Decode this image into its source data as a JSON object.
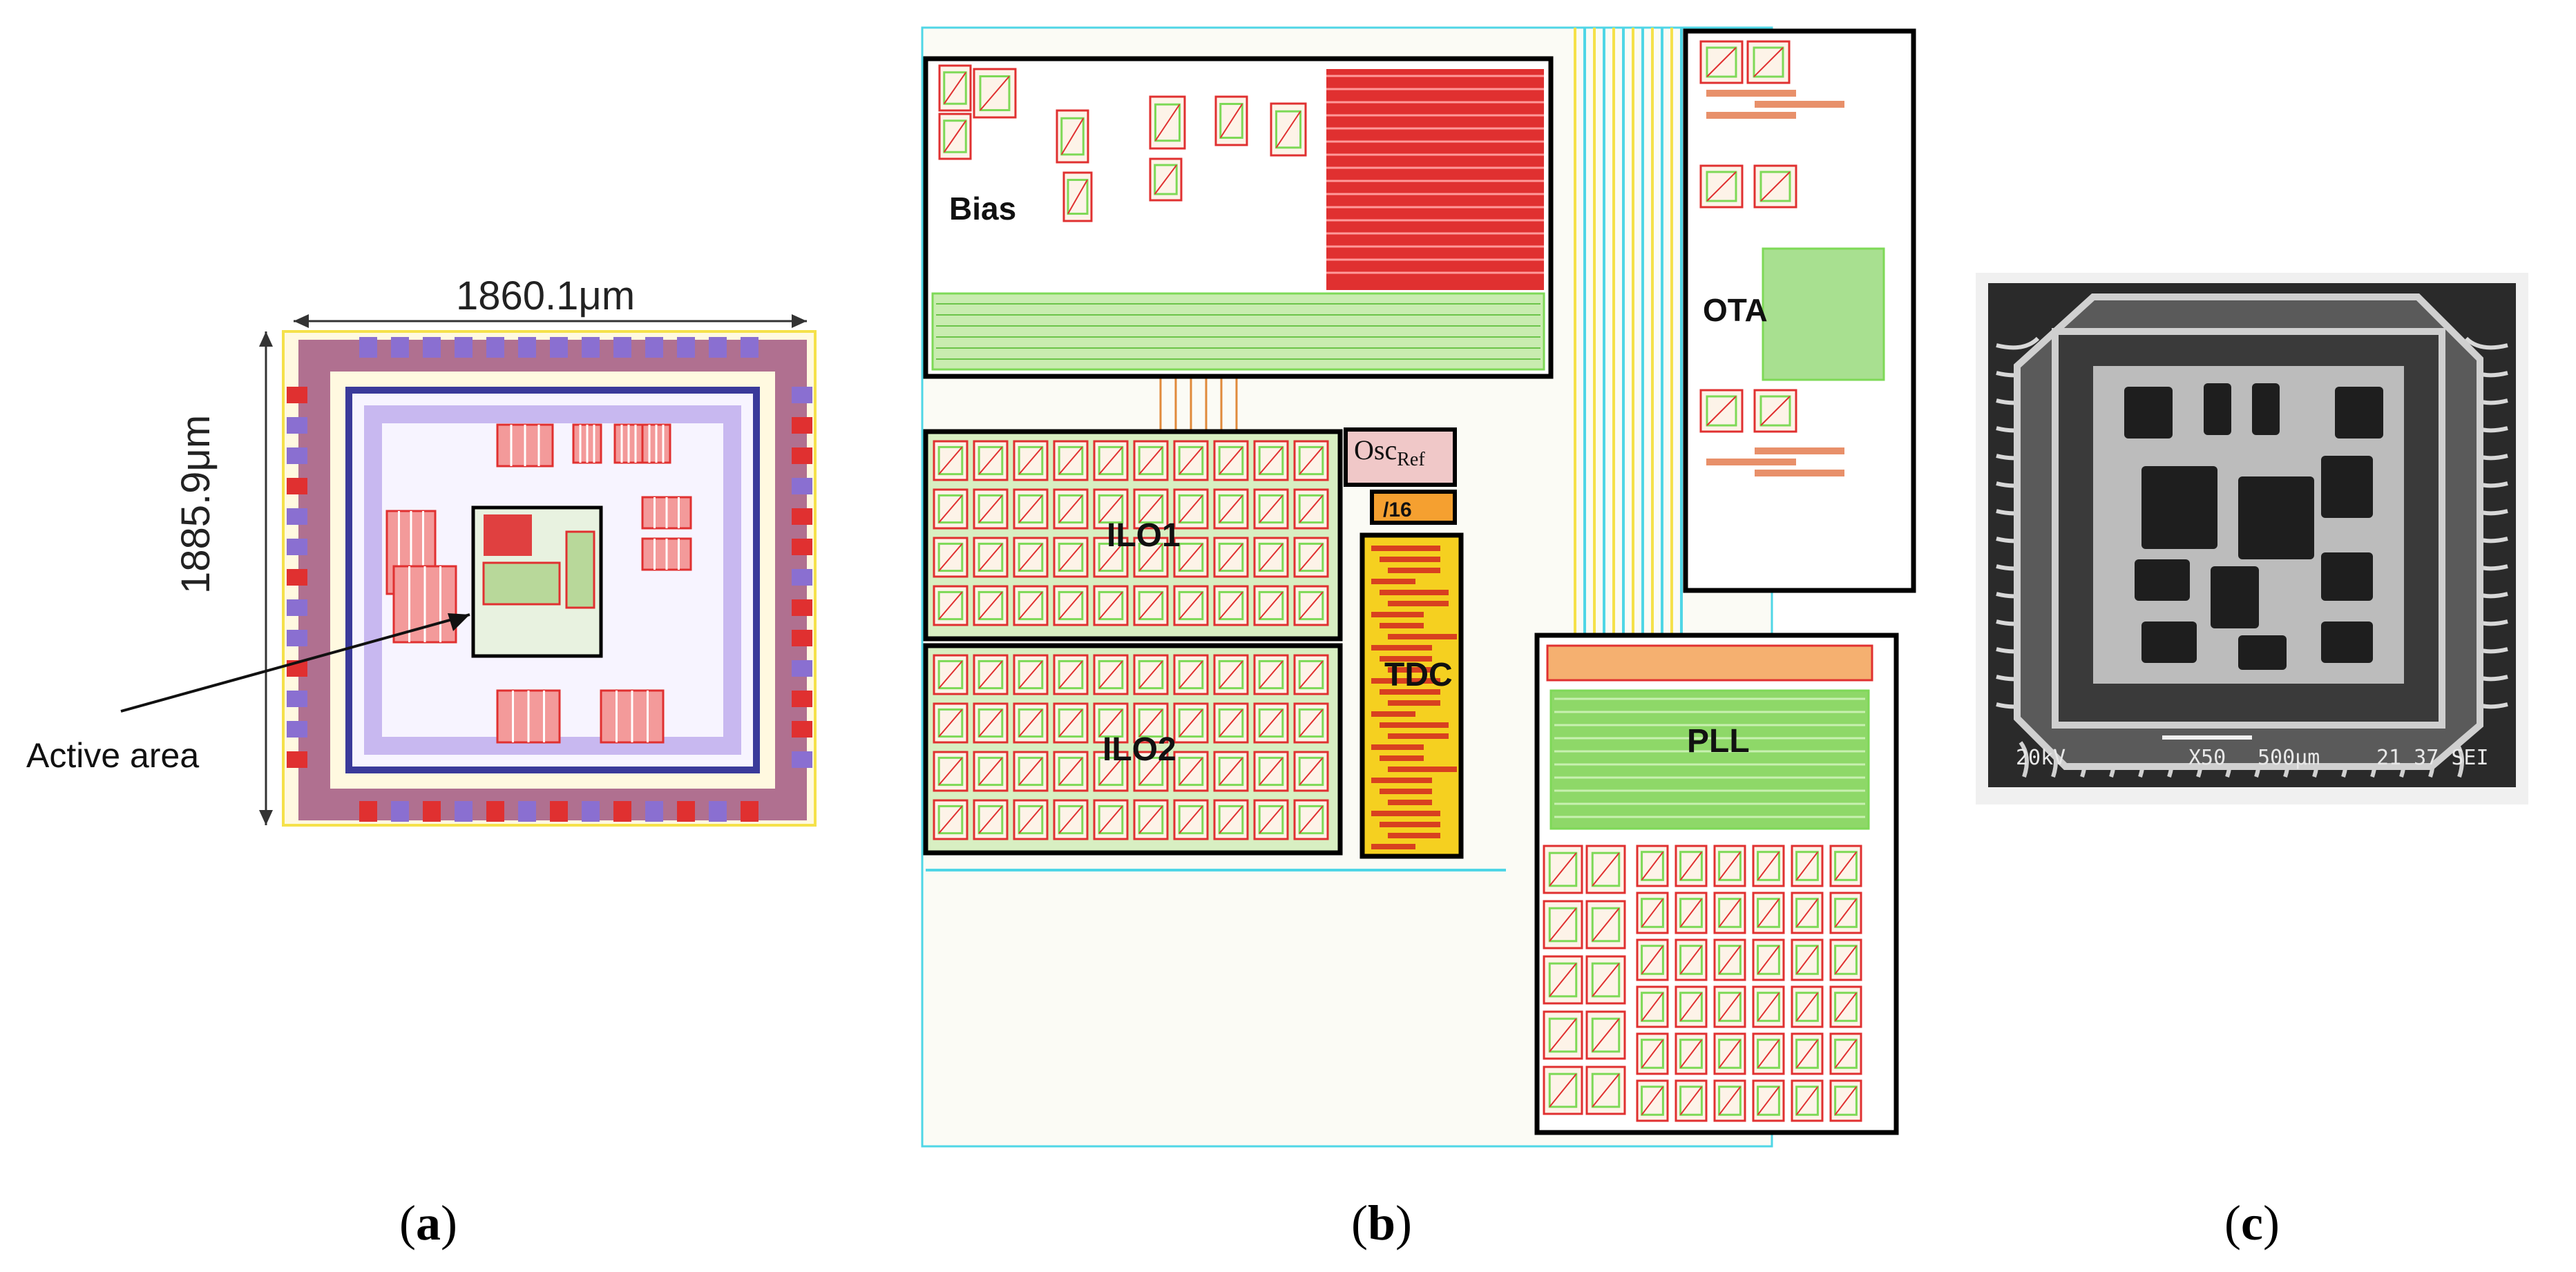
{
  "panel_a": {
    "width_label": "1860.1μm",
    "height_label": "1885.9μm",
    "annotation": "Active area",
    "caption": "a"
  },
  "panel_b": {
    "blocks": {
      "bias": "Bias",
      "ota": "OTA",
      "ilo1": "ILO1",
      "ilo2": "ILO2",
      "osc": "Osc",
      "osc_sub": "Ref",
      "div": "/16",
      "tdc": "TDC",
      "pll": "PLL"
    },
    "caption": "b"
  },
  "panel_c": {
    "sem_voltage": "20kV",
    "sem_mag": "X50",
    "sem_scale": "500μm",
    "sem_id": "21 37 SEI",
    "caption": "c"
  },
  "colors": {
    "layout_red": "#e03030",
    "layout_green": "#7ed957",
    "layout_yellow": "#f5e14a",
    "layout_cyan": "#4fd6e6",
    "pad_purple": "#8a6fd1",
    "block_outline": "#111111",
    "sem_background": "#2a2a2a"
  }
}
